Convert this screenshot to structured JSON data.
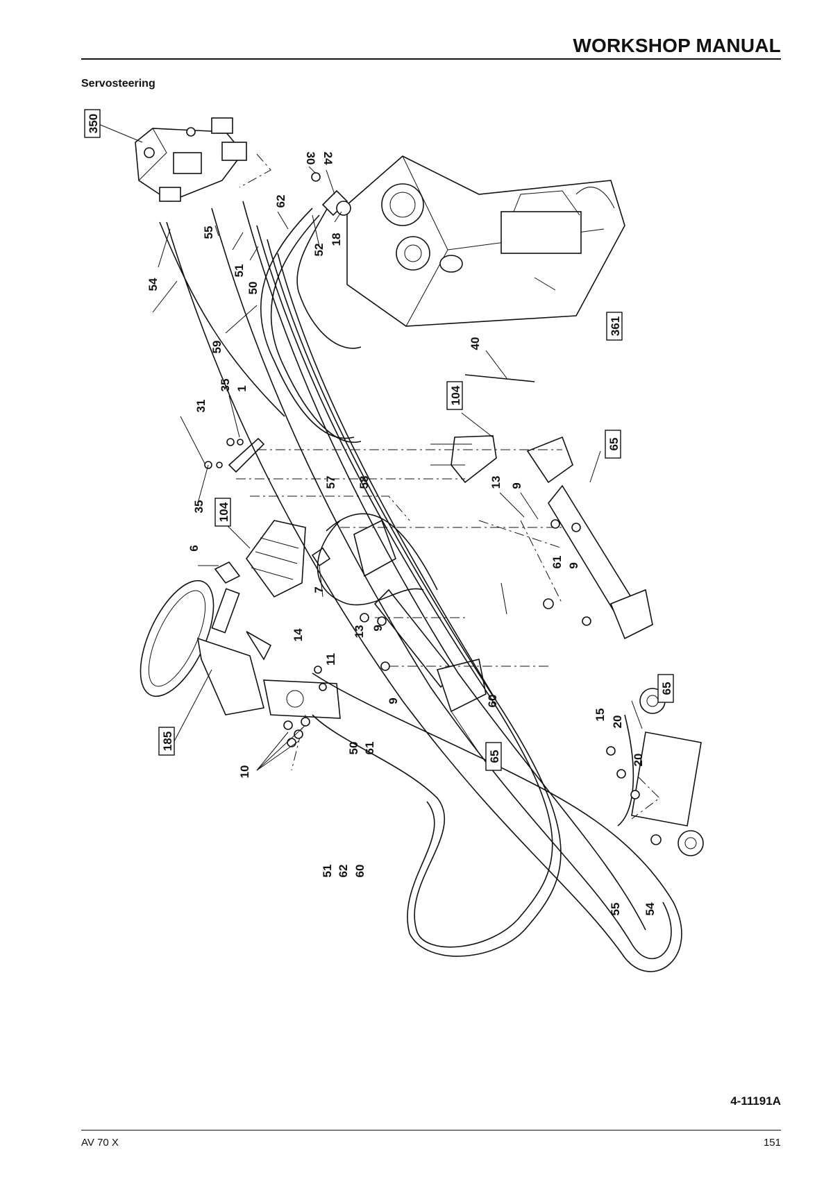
{
  "header": {
    "title": "WORKSHOP MANUAL"
  },
  "section": {
    "title": "Servosteering"
  },
  "figure": {
    "code": "4-11191A",
    "labels": {
      "l350": "350",
      "l30": "30",
      "l24": "24",
      "l62a": "62",
      "l18": "18",
      "l52": "52",
      "l55a": "55",
      "l51a": "51",
      "l50a": "50",
      "l54a": "54",
      "l59": "59",
      "l361": "361",
      "l40": "40",
      "l104a": "104",
      "l35a": "35",
      "l1": "1",
      "l31": "31",
      "l35b": "35",
      "l104b": "104",
      "l57": "57",
      "l58": "58",
      "l13a": "13",
      "l9a": "9",
      "l65a": "65",
      "l6": "6",
      "l7": "7",
      "l61a": "61",
      "l9b": "9",
      "l13b": "13",
      "l9c": "9",
      "l14": "14",
      "l11": "11",
      "l9d": "9",
      "l60a": "60",
      "l65b": "65",
      "l185": "185",
      "l10": "10",
      "l50b": "50",
      "l61b": "61",
      "l15": "15",
      "l20a": "20",
      "l20b": "20",
      "l65c": "65",
      "l51b": "51",
      "l62b": "62",
      "l60b": "60",
      "l55b": "55",
      "l54b": "54"
    }
  },
  "footer": {
    "model": "AV 70 X",
    "page": "151"
  }
}
